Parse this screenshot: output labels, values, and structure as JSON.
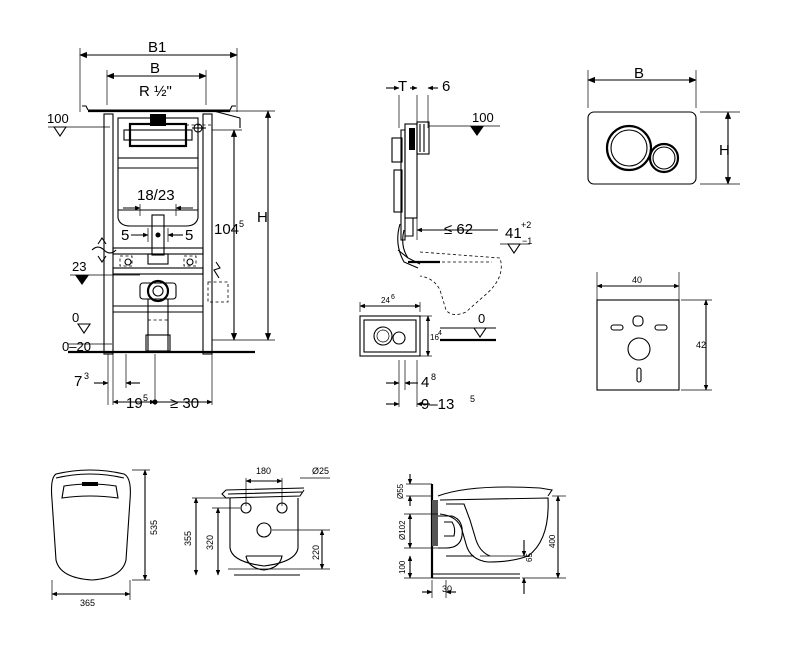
{
  "frame_view": {
    "b1": "B1",
    "b": "B",
    "thread": "R ½\"",
    "ref_100": "100",
    "h": "H",
    "height_104": "104",
    "height_104_sup": "5",
    "ref_1823": "18/23",
    "five_left": "5",
    "five_right": "5",
    "ref_23": "23",
    "zero": "0",
    "range_020": "0–20",
    "seven": "7",
    "seven_sup": "3",
    "nineteen": "19",
    "nineteen_sup": "5",
    "ge30": "≥ 30"
  },
  "side_view": {
    "t": "T",
    "six": "6",
    "ref_100": "100",
    "le62": "≤ 62",
    "v41": "41",
    "v41_sup": "+2",
    "v41_sub": "−1",
    "zero": "0",
    "plate_w": "24",
    "plate_w_sup": "6",
    "plate_h": "16",
    "plate_h_sup": "4",
    "four": "4",
    "four_sup": "8",
    "range_913": "9–13",
    "range_913_sup": "5"
  },
  "button_view": {
    "b": "B",
    "h": "H"
  },
  "plate_view": {
    "width": "40",
    "height": "42"
  },
  "bowl_top": {
    "depth": "535",
    "width": "365"
  },
  "bowl_back": {
    "v180": "180",
    "dia25": "Ø25",
    "v355": "355",
    "v320": "320",
    "v220": "220"
  },
  "bowl_side": {
    "dia55": "Ø55",
    "dia102": "Ø102",
    "v100": "100",
    "v65": "65",
    "v400": "400",
    "v30": "30"
  }
}
